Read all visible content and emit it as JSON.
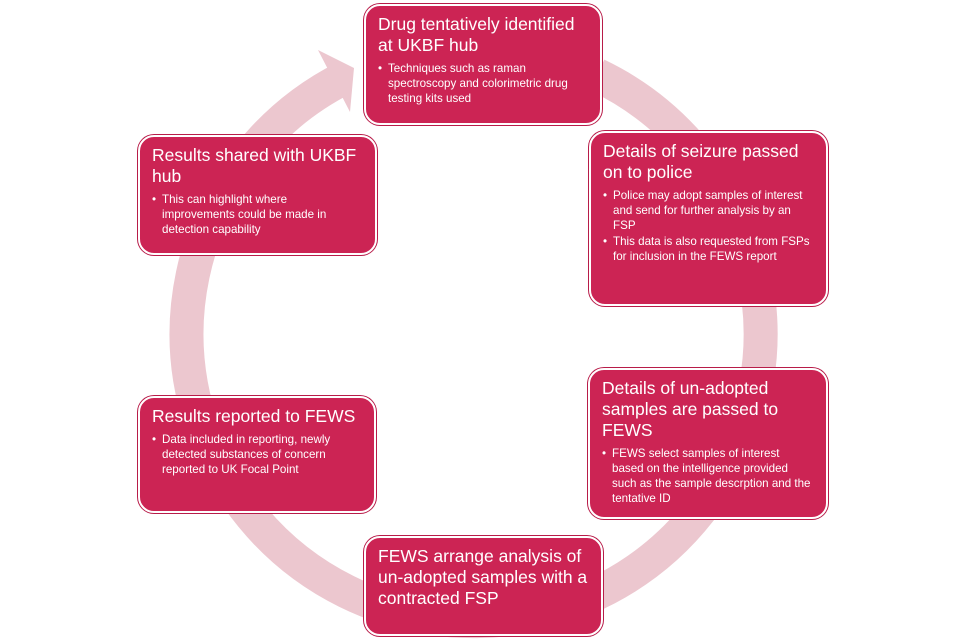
{
  "colors": {
    "box_fill": "#cc2454",
    "box_border": "#ffffff",
    "ring": "#ecc7cf",
    "text": "#ffffff"
  },
  "icons": [
    "circular-arrow"
  ],
  "steps": [
    {
      "title": "Drug tentatively identified at UKBF hub",
      "bullets": [
        "Techniques such as raman spectroscopy and colorimetric drug testing kits used"
      ]
    },
    {
      "title": "Details of seizure passed on to police",
      "bullets": [
        "Police may adopt samples of interest and send for further analysis by an FSP",
        "This data is also requested from FSPs for inclusion in the FEWS report"
      ]
    },
    {
      "title": "Details of un-adopted samples are passed to FEWS",
      "bullets": [
        "FEWS select samples of interest based on the intelligence provided such as the sample descrption and the tentative ID"
      ]
    },
    {
      "title": "FEWS arrange analysis of un-adopted samples with a contracted FSP",
      "bullets": []
    },
    {
      "title": "Results reported to FEWS",
      "bullets": [
        "Data included in reporting, newly detected substances of concern reported to UK Focal Point"
      ]
    },
    {
      "title": "Results shared with UKBF hub",
      "bullets": [
        "This can highlight where improvements could be made in detection capability"
      ]
    }
  ]
}
